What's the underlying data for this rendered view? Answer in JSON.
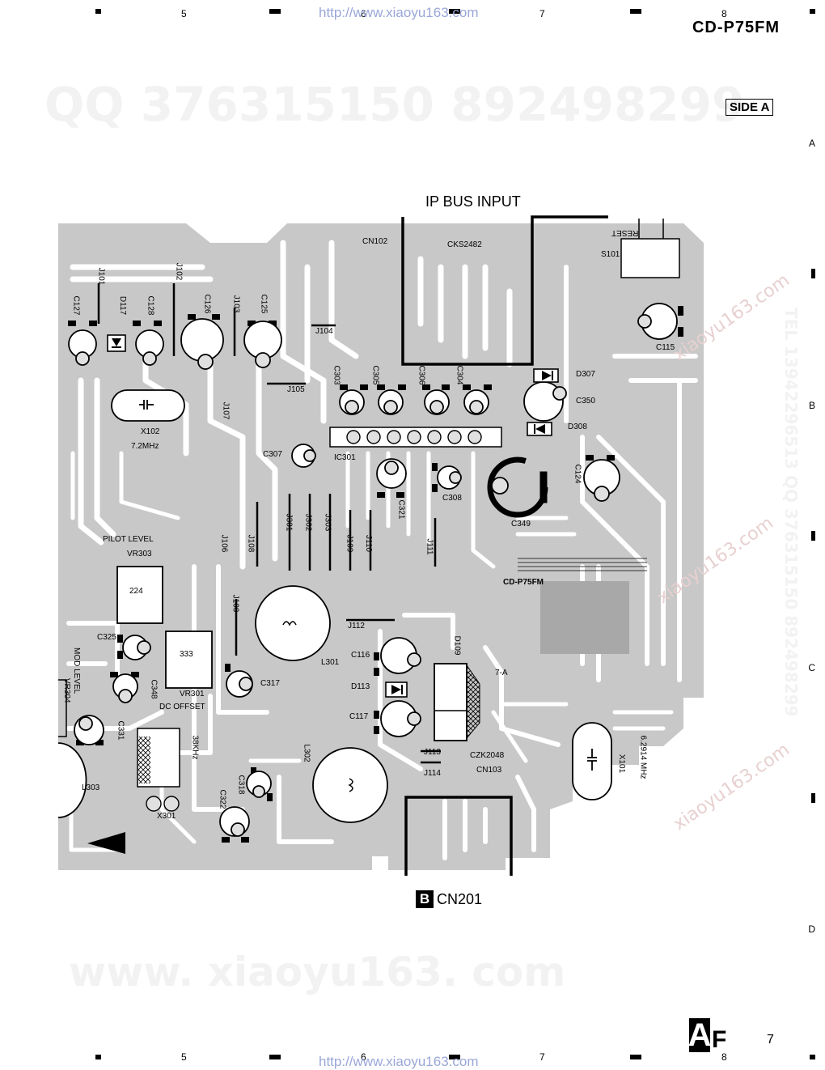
{
  "header": {
    "model": "CD-P75FM",
    "side_label": "SIDE A",
    "url": "http://www.xiaoyu163.com"
  },
  "grid": {
    "columns": [
      "5",
      "6",
      "7",
      "8"
    ],
    "rows": [
      "A",
      "B",
      "C",
      "D"
    ]
  },
  "watermarks": {
    "top": "QQ 376315150   892498299",
    "bottom": "www. xiaoyu163. com",
    "side": "TEL 13942296513  QQ 376315150  892498299",
    "diag": "xiaoyu163.com"
  },
  "titles": {
    "ip_bus_input": "IP BUS INPUT",
    "cn201_badge": "B",
    "cn201": "CN201"
  },
  "components": {
    "cn102": "CN102",
    "cks2482": "CKS2482",
    "reset": "RESET",
    "s101": "S101",
    "j101": "J101",
    "j102": "J102",
    "c127": "C127",
    "d117": "D117",
    "c128": "C128",
    "c126": "C126",
    "j103": "J103",
    "c125": "C125",
    "j104": "J104",
    "c115": "C115",
    "c303": "C303",
    "c305": "C305",
    "c306": "C306",
    "c304": "C304",
    "d307": "D307",
    "c350": "C350",
    "d308": "D308",
    "j105": "J105",
    "x102": "X102",
    "x102_freq": "7.2MHz",
    "j107": "J107",
    "c307": "C307",
    "ic301": "IC301",
    "c124": "C124",
    "c321": "C321",
    "c308": "C308",
    "c349": "C349",
    "pilot_level": "PILOT LEVEL",
    "vr303": "VR303",
    "vr303_val": "224",
    "j106": "J106",
    "j108": "J108",
    "j301": "J301",
    "j302": "J302",
    "j303": "J303",
    "j109": "J109",
    "j110": "J110",
    "j111": "J111",
    "board_model": "CD-P75FM",
    "j112": "J112",
    "c325": "C325",
    "vr301_val": "333",
    "c116": "C116",
    "d109": "D109",
    "mod_level": "MOD LEVEL",
    "vr304": "VR304",
    "c348": "C348",
    "vr301": "VR301",
    "dc_offset": "DC OFFSET",
    "c317": "C317",
    "l301": "L301",
    "d113": "D113",
    "label_7a": "7-A",
    "c117": "C117",
    "c331": "C331",
    "x301_freq": "38KHz",
    "l302": "L302",
    "j113": "J113",
    "j114": "J114",
    "czk2048": "CZK2048",
    "cn103": "CN103",
    "x101_freq": "6.2914 MHz",
    "x101": "X101",
    "c318": "C318",
    "l303": "L303",
    "c322": "C322",
    "x301": "X301",
    "j100": "J100"
  },
  "footer": {
    "badge": "A",
    "letter": "F",
    "page": "7"
  }
}
